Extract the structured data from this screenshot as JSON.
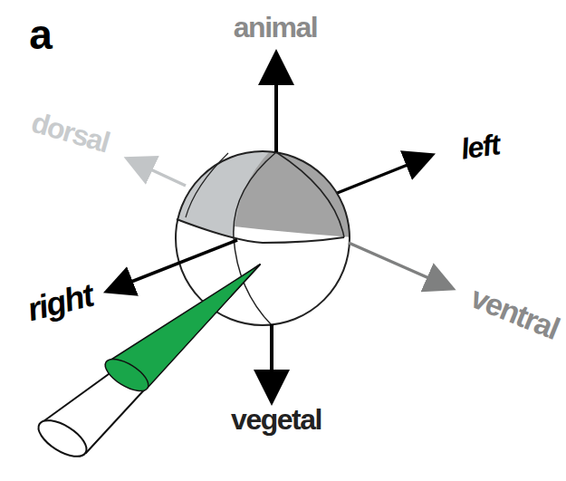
{
  "diagram": {
    "labels": [
      "a",
      "animal",
      "dorsal",
      "left",
      "right",
      "ventral",
      "vegetal"
    ]
  }
}
